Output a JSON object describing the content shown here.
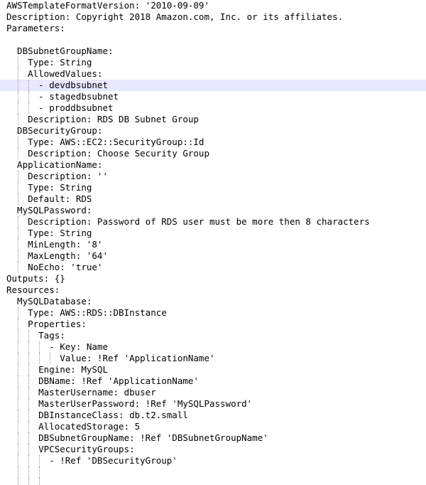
{
  "editor": {
    "highlight_color": "#e8e8ff",
    "lines": [
      {
        "text": "AWSTemplateFormatVersion: '2010-09-09'"
      },
      {
        "text": "Description: Copyright 2018 Amazon.com, Inc. or its affiliates."
      },
      {
        "text": "Parameters:"
      },
      {
        "text": ""
      },
      {
        "text": "  DBSubnetGroupName:"
      },
      {
        "text": "    Type: String"
      },
      {
        "text": "    AllowedValues:"
      },
      {
        "text": "      - devdbsubnet",
        "highlighted": true
      },
      {
        "text": "      - stagedbsubnet"
      },
      {
        "text": "      - proddbsubnet"
      },
      {
        "text": "    Description: RDS DB Subnet Group"
      },
      {
        "text": "  DBSecurityGroup:"
      },
      {
        "text": "    Type: AWS::EC2::SecurityGroup::Id"
      },
      {
        "text": "    Description: Choose Security Group"
      },
      {
        "text": "  ApplicationName:"
      },
      {
        "text": "    Description: ''"
      },
      {
        "text": "    Type: String"
      },
      {
        "text": "    Default: RDS"
      },
      {
        "text": "  MySQLPassword:"
      },
      {
        "text": "    Description: Password of RDS user must be more then 8 characters"
      },
      {
        "text": "    Type: String"
      },
      {
        "text": "    MinLength: '8'"
      },
      {
        "text": "    MaxLength: '64'"
      },
      {
        "text": "    NoEcho: 'true'"
      },
      {
        "text": "Outputs: {}"
      },
      {
        "text": "Resources:"
      },
      {
        "text": "  MySQLDatabase:"
      },
      {
        "text": "    Type: AWS::RDS::DBInstance"
      },
      {
        "text": "    Properties:"
      },
      {
        "text": "      Tags:"
      },
      {
        "text": "        - Key: Name"
      },
      {
        "text": "          Value: !Ref 'ApplicationName'"
      },
      {
        "text": "      Engine: MySQL"
      },
      {
        "text": "      DBName: !Ref 'ApplicationName'"
      },
      {
        "text": "      MasterUsername: dbuser"
      },
      {
        "text": "      MasterUserPassword: !Ref 'MySQLPassword'"
      },
      {
        "text": "      DBInstanceClass: db.t2.small"
      },
      {
        "text": "      AllocatedStorage: 5"
      },
      {
        "text": "      DBSubnetGroupName: !Ref 'DBSubnetGroupName'"
      },
      {
        "text": "      VPCSecurityGroups:"
      },
      {
        "text": "        - !Ref 'DBSecurityGroup'"
      },
      {
        "text": "        "
      },
      {
        "text": "        "
      }
    ]
  }
}
